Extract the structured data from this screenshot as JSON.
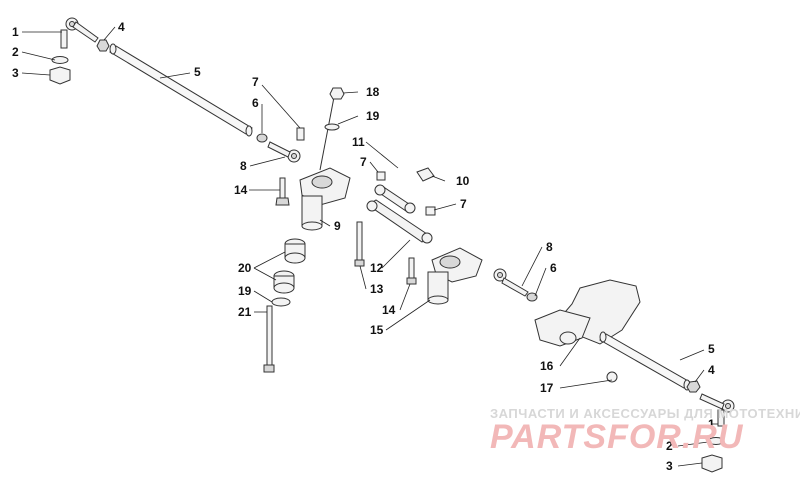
{
  "watermark": {
    "caption": "ЗАПЧАСТИ И АКСЕССУАРЫ ДЛЯ МОТОТЕХНИКИ",
    "logo": "PARTSFOR.RU",
    "color": "#e88a8a"
  },
  "callouts": [
    {
      "label": "1"
    },
    {
      "label": "2"
    },
    {
      "label": "3"
    },
    {
      "label": "4"
    },
    {
      "label": "5"
    },
    {
      "label": "6"
    },
    {
      "label": "7"
    },
    {
      "label": "8"
    },
    {
      "label": "14"
    },
    {
      "label": "18"
    },
    {
      "label": "19"
    },
    {
      "label": "11"
    },
    {
      "label": "7"
    },
    {
      "label": "10"
    },
    {
      "label": "7"
    },
    {
      "label": "9"
    },
    {
      "label": "20"
    },
    {
      "label": "19"
    },
    {
      "label": "21"
    },
    {
      "label": "12"
    },
    {
      "label": "13"
    },
    {
      "label": "14"
    },
    {
      "label": "15"
    },
    {
      "label": "8"
    },
    {
      "label": "6"
    },
    {
      "label": "16"
    },
    {
      "label": "17"
    },
    {
      "label": "5"
    },
    {
      "label": "4"
    },
    {
      "label": "1"
    },
    {
      "label": "2"
    },
    {
      "label": "3"
    }
  ]
}
